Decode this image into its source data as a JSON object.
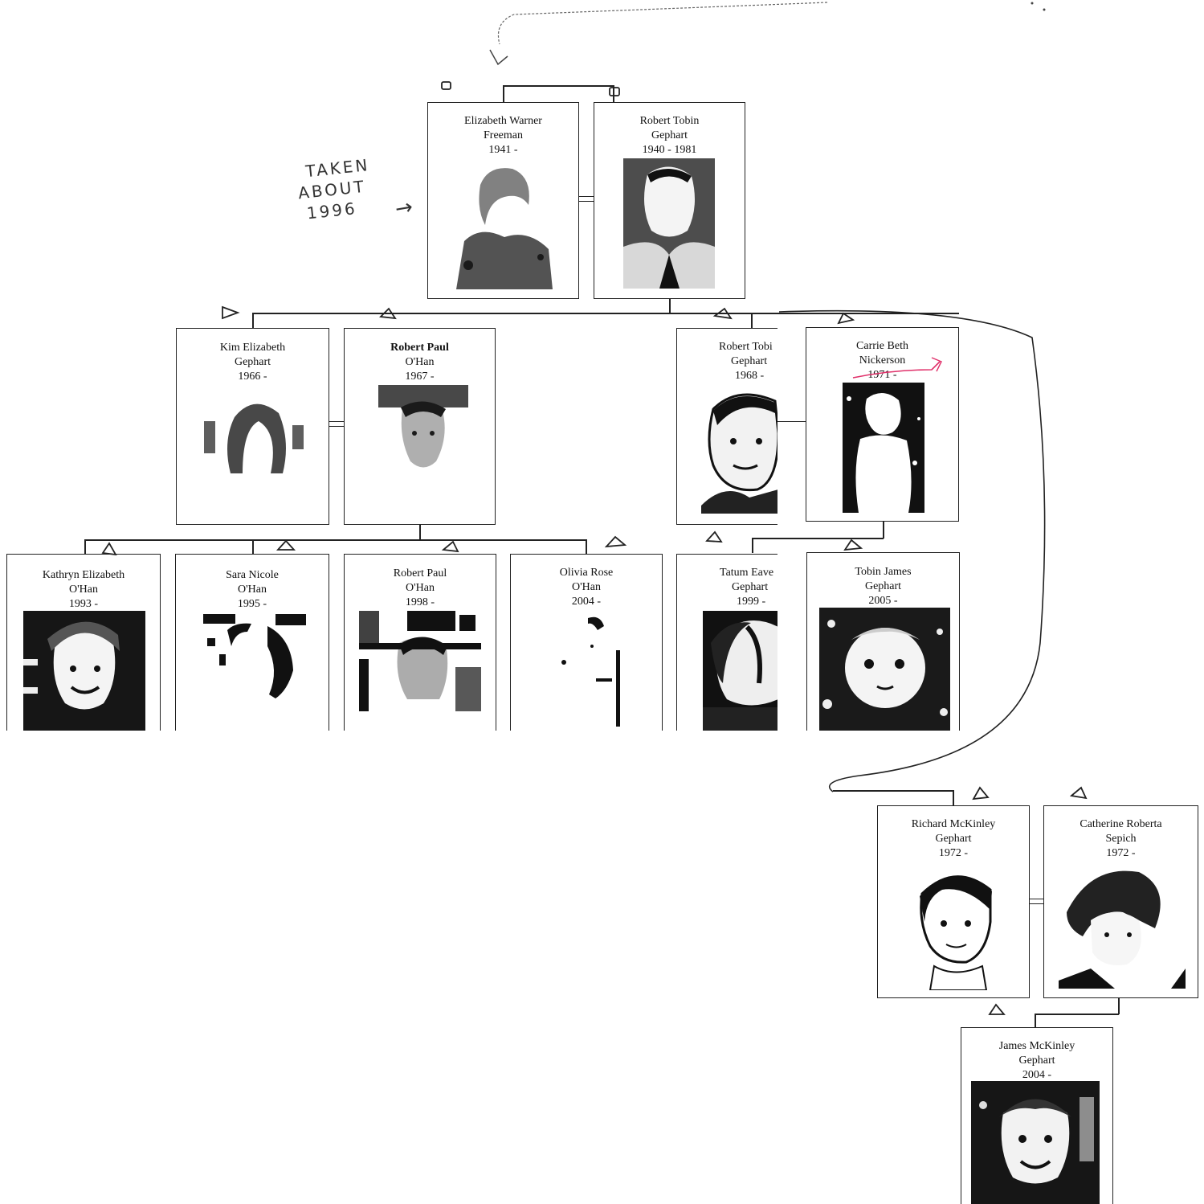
{
  "people": {
    "elizabeth": {
      "given": "Elizabeth Warner",
      "surname": "Freeman",
      "years": "1941 -"
    },
    "robert_sr": {
      "given": "Robert Tobin",
      "surname": "Gephart",
      "years": "1940 - 1981"
    },
    "kim": {
      "given": "Kim Elizabeth",
      "surname": "Gephart",
      "years": "1966 -"
    },
    "robert_ohan": {
      "given": "Robert Paul",
      "surname": "O'Han",
      "years": "1967 -"
    },
    "robert_jr": {
      "given": "Robert Tobi",
      "surname": "Gephart",
      "years": "1968 -"
    },
    "carrie": {
      "given": "Carrie Beth",
      "surname": "Nickerson",
      "years": "1971 -"
    },
    "kathryn": {
      "given": "Kathryn Elizabeth",
      "surname": "O'Han",
      "years": "1993 -"
    },
    "sara": {
      "given": "Sara Nicole",
      "surname": "O'Han",
      "years": "1995 -"
    },
    "robert_paul_jr": {
      "given": "Robert Paul",
      "surname": "O'Han",
      "years": "1998 -"
    },
    "olivia": {
      "given": "Olivia Rose",
      "surname": "O'Han",
      "years": "2004 -"
    },
    "tatum": {
      "given": "Tatum Eave",
      "surname": "Gephart",
      "years": "1999 -"
    },
    "tobin": {
      "given": "Tobin James",
      "surname": "Gephart",
      "years": "2005 -"
    },
    "richard": {
      "given": "Richard McKinley",
      "surname": "Gephart",
      "years": "1972 -"
    },
    "catherine": {
      "given": "Catherine Roberta",
      "surname": "Sepich",
      "years": "1972 -"
    },
    "james": {
      "given": "James McKinley",
      "surname": "Gephart",
      "years": "2004 -"
    }
  },
  "annotations": {
    "taken_line1": "TAKEN",
    "taken_line2": "ABOUT",
    "taken_line3": "1996",
    "arrow": "→"
  },
  "colors": {
    "ink": "#222222",
    "pencil": "#555555",
    "pink": "#e0306a",
    "paper": "#ffffff"
  }
}
